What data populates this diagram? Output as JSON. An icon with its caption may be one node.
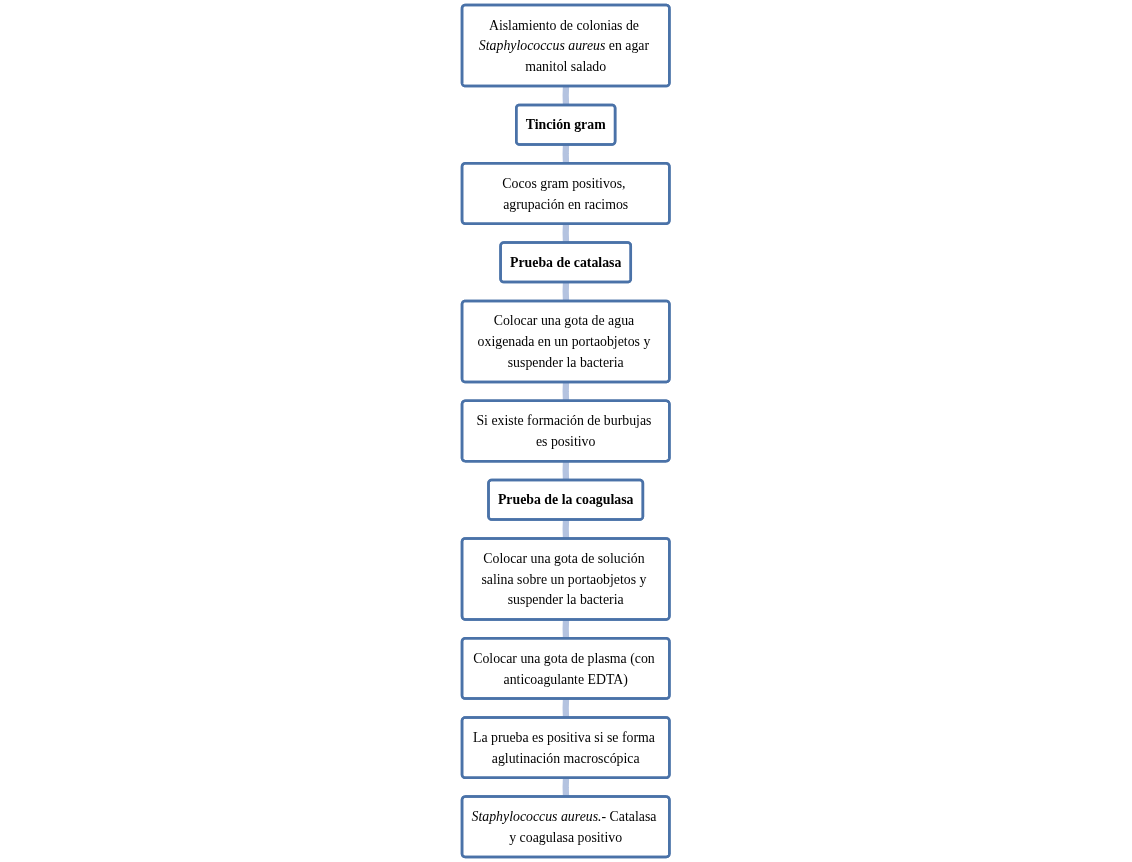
{
  "diagram": {
    "nodes": [
      {
        "text": [
          "Aislamiento de colonias de *Staphylococcus aureus* en agar manitol salado"
        ]
      },
      {
        "text": [
          "Tinción gram"
        ]
      },
      {
        "text": [
          "Cocos gram positivos, agrupación en racimos"
        ]
      },
      {
        "text": [
          "Prueba de catalasa"
        ]
      },
      {
        "text": [
          "Colocar una gota de agua oxigenada en un portaobjetos y suspender la bacteria"
        ]
      },
      {
        "text": [
          "Si existe formación de burbujas es positivo"
        ]
      },
      {
        "text": [
          "Prueba de la coagulasa"
        ]
      },
      {
        "text": [
          "Colocar una gota de solución salina sobre un portaobjetos y suspender la bacteria"
        ]
      },
      {
        "text": [
          "Colocar una gota de plasma (con anticoagulante EDTA)"
        ]
      },
      {
        "text": [
          "La prueba es positiva si se forma aglutinación macroscópica"
        ]
      },
      {
        "text": [
          "*Staphylococcus aureus.*- Catalasa y coagulasa positivo"
        ]
      }
    ],
    "edges": [
      {
        "from": 0,
        "to": 1,
        "arrow": "none"
      },
      {
        "from": 1,
        "to": 2,
        "arrow": "none"
      },
      {
        "from": 2,
        "to": 3,
        "arrow": "none"
      },
      {
        "from": 3,
        "to": 4,
        "arrow": "none"
      },
      {
        "from": 4,
        "to": 5,
        "arrow": "none"
      },
      {
        "from": 5,
        "to": 6,
        "arrow": "none"
      },
      {
        "from": 6,
        "to": 7,
        "arrow": "none"
      },
      {
        "from": 7,
        "to": 8,
        "arrow": "none"
      },
      {
        "from": 8,
        "to": 9,
        "arrow": "none"
      },
      {
        "from": 9,
        "to": 10,
        "arrow": "none"
      }
    ]
  }
}
